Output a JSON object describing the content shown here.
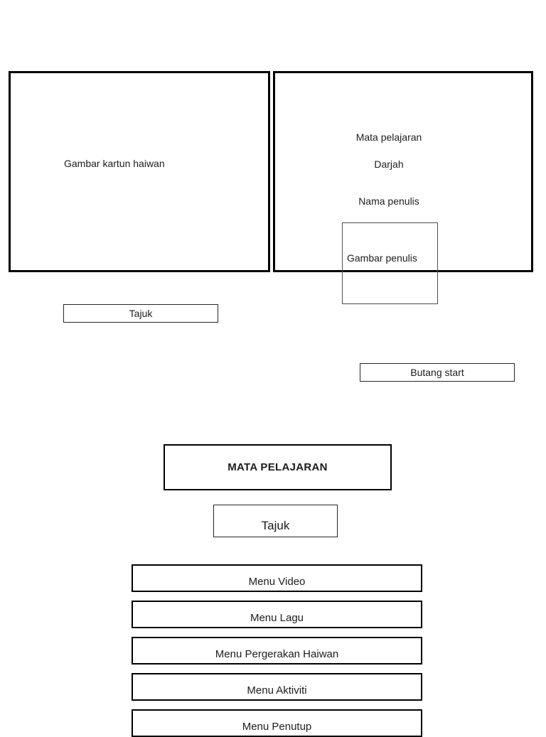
{
  "colors": {
    "background": "#ffffff",
    "border": "#000000",
    "text": "#1c1c1c"
  },
  "wireframe": {
    "intro_screen": {
      "animal_image_label": "Gambar kartun haiwan",
      "subject_label": "Mata pelajaran",
      "grade_label": "Darjah",
      "author_name_label": "Nama penulis",
      "author_image_label": "Gambar penulis",
      "title_label": "Tajuk",
      "start_button_label": "Butang start"
    },
    "menu_screen": {
      "subject_header": "MATA PELAJARAN",
      "title_label": "Tajuk",
      "menu_items": [
        "Menu Video",
        "Menu Lagu",
        "Menu Pergerakan Haiwan",
        "Menu Aktiviti",
        "Menu Penutup"
      ]
    }
  }
}
